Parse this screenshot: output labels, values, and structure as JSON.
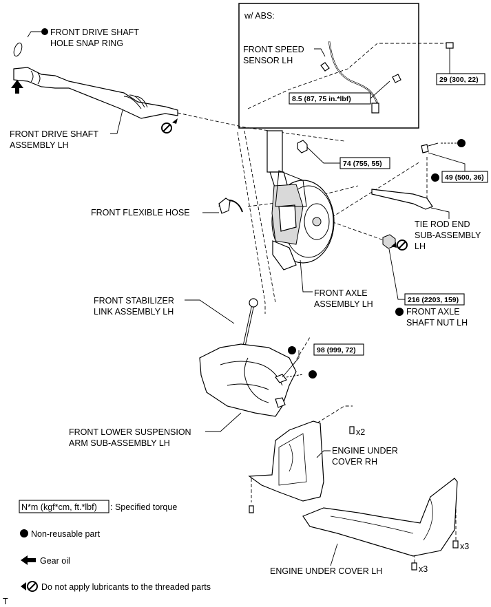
{
  "abs_inset": {
    "title": "w/ ABS:",
    "sensor_label": [
      "FRONT SPEED",
      "SENSOR LH"
    ],
    "torque_sensor": "8.5 (87, 75 in.*lbf)",
    "torque_outer": "29 (300, 22)"
  },
  "labels": {
    "snap_ring": [
      "FRONT DRIVE SHAFT",
      "HOLE SNAP RING"
    ],
    "drive_shaft": [
      "FRONT DRIVE SHAFT",
      "ASSEMBLY LH"
    ],
    "flexible_hose": "FRONT FLEXIBLE HOSE",
    "tie_rod": [
      "TIE ROD END",
      "SUB-ASSEMBLY",
      "LH"
    ],
    "axle_assembly": [
      "FRONT AXLE",
      "ASSEMBLY LH"
    ],
    "axle_nut": [
      "FRONT AXLE",
      "SHAFT NUT LH"
    ],
    "stabilizer_link": [
      "FRONT STABILIZER",
      "LINK ASSEMBLY LH"
    ],
    "lower_arm": [
      "FRONT LOWER SUSPENSION",
      "ARM SUB-ASSEMBLY LH"
    ],
    "under_cover_rh": [
      "ENGINE UNDER",
      "COVER RH"
    ],
    "under_cover_lh": "ENGINE UNDER COVER LH"
  },
  "torques": {
    "strut_bolt": "74 (755, 55)",
    "tie_rod_nut": "49 (500, 36)",
    "axle_nut": "216 (2203, 159)",
    "ball_joint": "98 (999, 72)"
  },
  "multipliers": {
    "rh_bolt": "x2",
    "lh_bolt_upper": "x3",
    "lh_bolt_lower": "x3"
  },
  "legend": {
    "torque_box": "N*m (kgf*cm, ft.*lbf)",
    "torque_text": ": Specified torque",
    "non_reusable": "Non-reusable part",
    "gear_oil": "Gear oil",
    "no_lube": "Do not apply lubricants to the threaded parts"
  },
  "footer_mark": "T"
}
